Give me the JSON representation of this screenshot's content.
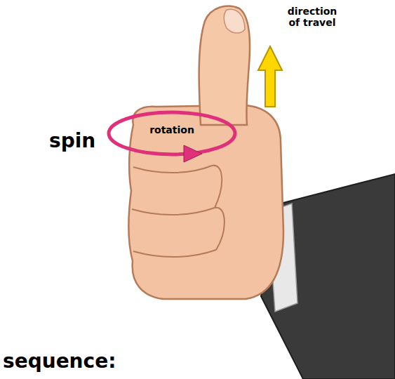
{
  "diagram": {
    "labels": [
      "direction of travel",
      "rotation",
      "spin",
      "sequence:"
    ]
  }
}
